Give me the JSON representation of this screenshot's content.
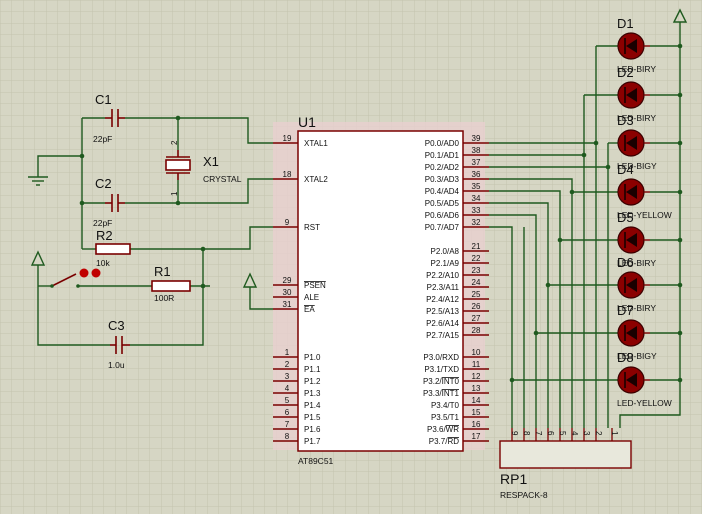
{
  "colors": {
    "background": "#d6d6c4",
    "grid": "#c4c4ae",
    "wire": "#1f5a1f",
    "component": "#7a0000",
    "chip_fill": "#ffffff",
    "chip_shadow": "#e8cfcf",
    "led_fill": "#8b0000"
  },
  "mcu": {
    "ref": "U1",
    "part": "AT89C51",
    "left_pins": [
      {
        "num": "19",
        "name": "XTAL1"
      },
      {
        "num": "18",
        "name": "XTAL2"
      },
      {
        "num": "9",
        "name": "RST"
      },
      {
        "num": "29",
        "name": "PSEN"
      },
      {
        "num": "30",
        "name": "ALE"
      },
      {
        "num": "31",
        "name": "EA"
      },
      {
        "num": "1",
        "name": "P1.0"
      },
      {
        "num": "2",
        "name": "P1.1"
      },
      {
        "num": "3",
        "name": "P1.2"
      },
      {
        "num": "4",
        "name": "P1.3"
      },
      {
        "num": "5",
        "name": "P1.4"
      },
      {
        "num": "6",
        "name": "P1.5"
      },
      {
        "num": "7",
        "name": "P1.6"
      },
      {
        "num": "8",
        "name": "P1.7"
      }
    ],
    "right_pins": [
      {
        "num": "39",
        "name": "P0.0/AD0"
      },
      {
        "num": "38",
        "name": "P0.1/AD1"
      },
      {
        "num": "37",
        "name": "P0.2/AD2"
      },
      {
        "num": "36",
        "name": "P0.3/AD3"
      },
      {
        "num": "35",
        "name": "P0.4/AD4"
      },
      {
        "num": "34",
        "name": "P0.5/AD5"
      },
      {
        "num": "33",
        "name": "P0.6/AD6"
      },
      {
        "num": "32",
        "name": "P0.7/AD7"
      },
      {
        "num": "21",
        "name": "P2.0/A8"
      },
      {
        "num": "22",
        "name": "P2.1/A9"
      },
      {
        "num": "23",
        "name": "P2.2/A10"
      },
      {
        "num": "24",
        "name": "P2.3/A11"
      },
      {
        "num": "25",
        "name": "P2.4/A12"
      },
      {
        "num": "26",
        "name": "P2.5/A13"
      },
      {
        "num": "27",
        "name": "P2.6/A14"
      },
      {
        "num": "28",
        "name": "P2.7/A15"
      },
      {
        "num": "10",
        "name": "P3.0/RXD"
      },
      {
        "num": "11",
        "name": "P3.1/TXD"
      },
      {
        "num": "12",
        "name": "P3.2/INT0"
      },
      {
        "num": "13",
        "name": "P3.3/INT1"
      },
      {
        "num": "14",
        "name": "P3.4/T0"
      },
      {
        "num": "15",
        "name": "P3.5/T1"
      },
      {
        "num": "16",
        "name": "P3.6/WR"
      },
      {
        "num": "17",
        "name": "P3.7/RD"
      }
    ]
  },
  "components": {
    "c1": {
      "ref": "C1",
      "value": "22pF"
    },
    "c2": {
      "ref": "C2",
      "value": "22pF"
    },
    "c3": {
      "ref": "C3",
      "value": "1.0u"
    },
    "x1": {
      "ref": "X1",
      "value": "CRYSTAL",
      "pin1": "1",
      "pin2": "2"
    },
    "r1": {
      "ref": "R1",
      "value": "100R"
    },
    "r2": {
      "ref": "R2",
      "value": "10k"
    },
    "rp1": {
      "ref": "RP1",
      "value": "RESPACK-8",
      "pins": [
        "9",
        "8",
        "7",
        "6",
        "5",
        "4",
        "3",
        "2",
        "1"
      ]
    }
  },
  "leds": [
    {
      "ref": "D1",
      "value": "LED-BIRY"
    },
    {
      "ref": "D2",
      "value": "LED-BIRY"
    },
    {
      "ref": "D3",
      "value": "LED-BIGY"
    },
    {
      "ref": "D4",
      "value": "LED-YELLOW"
    },
    {
      "ref": "D5",
      "value": "LED-BIRY"
    },
    {
      "ref": "D6",
      "value": "LED-BIRY"
    },
    {
      "ref": "D7",
      "value": "LED-BIGY"
    },
    {
      "ref": "D8",
      "value": "LED-YELLOW"
    }
  ]
}
